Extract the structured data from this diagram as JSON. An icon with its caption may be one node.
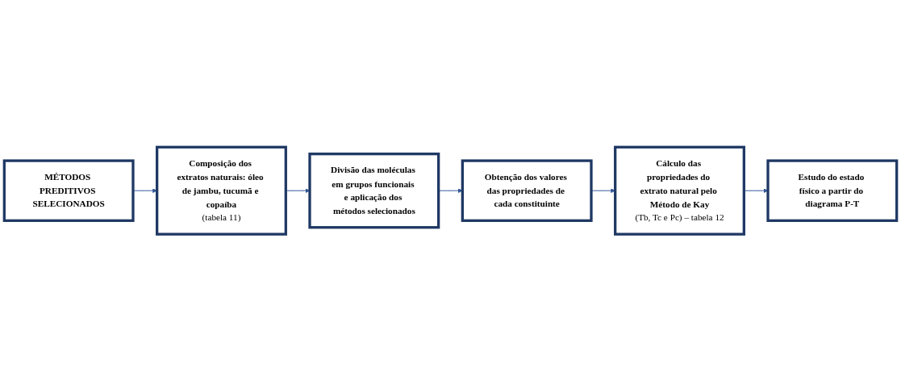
{
  "diagram": {
    "nodes": [
      {
        "text": [
          "MÉTODOS PREDITIVOS SELECIONADOS"
        ]
      },
      {
        "text": [
          "Composição dos extratos naturais: óleo de jambu, tucumã e copaíba",
          "(tabela 11)"
        ]
      },
      {
        "text": [
          "Divisão das moléculas em grupos funcionais e aplicação dos métodos selecionados"
        ]
      },
      {
        "text": [
          "Obtenção dos valores das propriedades de cada constituinte"
        ]
      },
      {
        "text": [
          "Cálculo das propriedades do extrato natural pelo Método de Kay",
          "(Tb, Tc e Pc) – tabela 12"
        ]
      },
      {
        "text": [
          "Estudo do estado físico a partir do diagrama P-T"
        ]
      }
    ],
    "edges": [
      {
        "from": 0,
        "to": 1,
        "arrow": "to"
      },
      {
        "from": 1,
        "to": 2,
        "arrow": "to"
      },
      {
        "from": 2,
        "to": 3,
        "arrow": "to"
      },
      {
        "from": 3,
        "to": 4,
        "arrow": "to"
      },
      {
        "from": 4,
        "to": 5,
        "arrow": "to"
      }
    ]
  }
}
